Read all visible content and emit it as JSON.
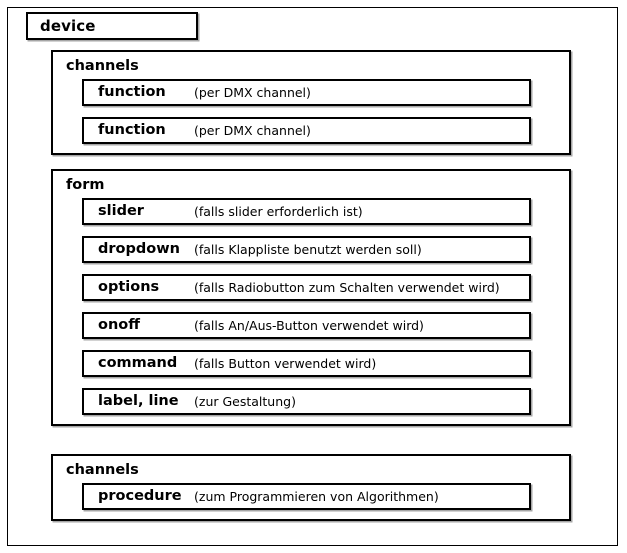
{
  "diagram": {
    "root": {
      "title": "device"
    },
    "sections": [
      {
        "id": "channels-top",
        "title": "channels",
        "rows": [
          {
            "name": "function",
            "desc": "(per DMX channel)"
          },
          {
            "name": "function",
            "desc": "(per DMX channel)"
          }
        ]
      },
      {
        "id": "form",
        "title": "form",
        "rows": [
          {
            "name": "slider",
            "desc": "(falls slider erforderlich ist)"
          },
          {
            "name": "dropdown",
            "desc": "(falls Klappliste benutzt werden soll)"
          },
          {
            "name": "options",
            "desc": "(falls Radiobutton zum Schalten verwendet wird)"
          },
          {
            "name": "onoff",
            "desc": "(falls An/Aus-Button verwendet wird)"
          },
          {
            "name": "command",
            "desc": "(falls Button verwendet wird)"
          },
          {
            "name": "label, line",
            "desc": "(zur Gestaltung)"
          }
        ]
      },
      {
        "id": "channels-bottom",
        "title": "channels",
        "rows": [
          {
            "name": "procedure",
            "desc": "(zum Programmieren von Algorithmen)"
          }
        ]
      }
    ],
    "colors": {
      "stroke": "#000000",
      "background": "#ffffff",
      "text": "#000000"
    }
  }
}
